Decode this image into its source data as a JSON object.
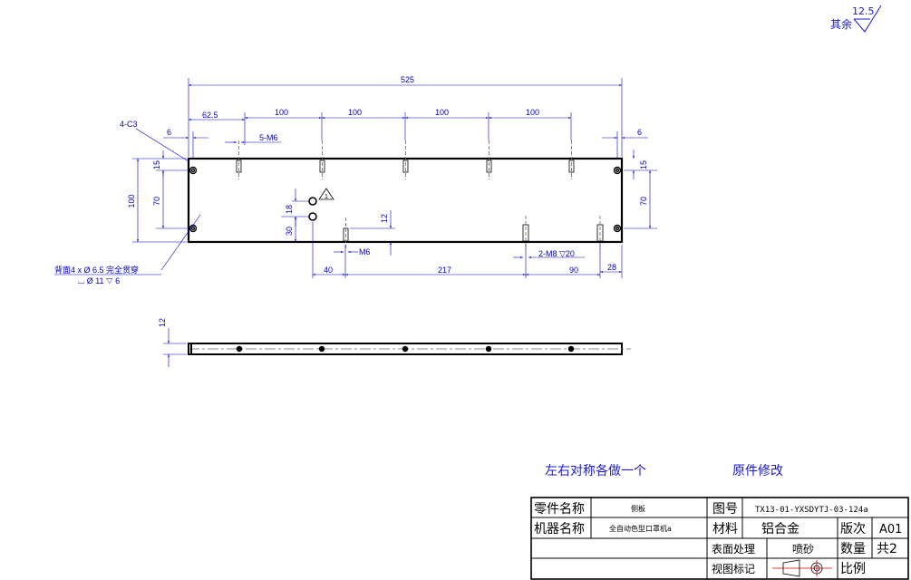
{
  "roughness": {
    "value": "12.5",
    "label": "其余"
  },
  "dimensions": {
    "overall_length": "525",
    "first_offset": "62.5",
    "pitch": "100",
    "edge_left": "6",
    "edge_right": "6",
    "corner_chamfer": "4-C3",
    "thread_top": "5-M6",
    "height_total": "100",
    "height_inner": "70",
    "top_offset_left": "15",
    "top_offset_right": "15",
    "height_right": "70",
    "hole_gap": "18",
    "hole_height": "30",
    "thread_depth_left": "12",
    "thread_bottom_left": "M6",
    "thread_bottom_right": "2-M8 ▽20",
    "hole_from_left": "40",
    "span_middle": "217",
    "span_right": "90",
    "edge_right_bottom": "28",
    "side_thickness": "12",
    "datum_mark": "1"
  },
  "hole_callout": {
    "line1": "背面4 x  Ø 6.5 完全贯穿",
    "line2": "⌴ Ø 11  ▽ 6"
  },
  "notes": {
    "symmetric": "左右对称各做一个",
    "revision": "原件修改"
  },
  "title_block": {
    "part_name_label": "零件名称",
    "part_name_value": "侧板",
    "drawing_no_label": "图号",
    "drawing_no_value": "TX13-01-YXSDYTJ-03-124a",
    "machine_label": "机器名称",
    "machine_value": "全自动色型口罩机a",
    "material_label": "材料",
    "material_value": "铝合金",
    "version_label": "版次",
    "version_value": "A01",
    "surface_label": "表面处理",
    "surface_value": "喷砂",
    "quantity_label": "数量",
    "quantity_value": "共2",
    "view_label": "视图标记",
    "scale_label": "比例"
  }
}
